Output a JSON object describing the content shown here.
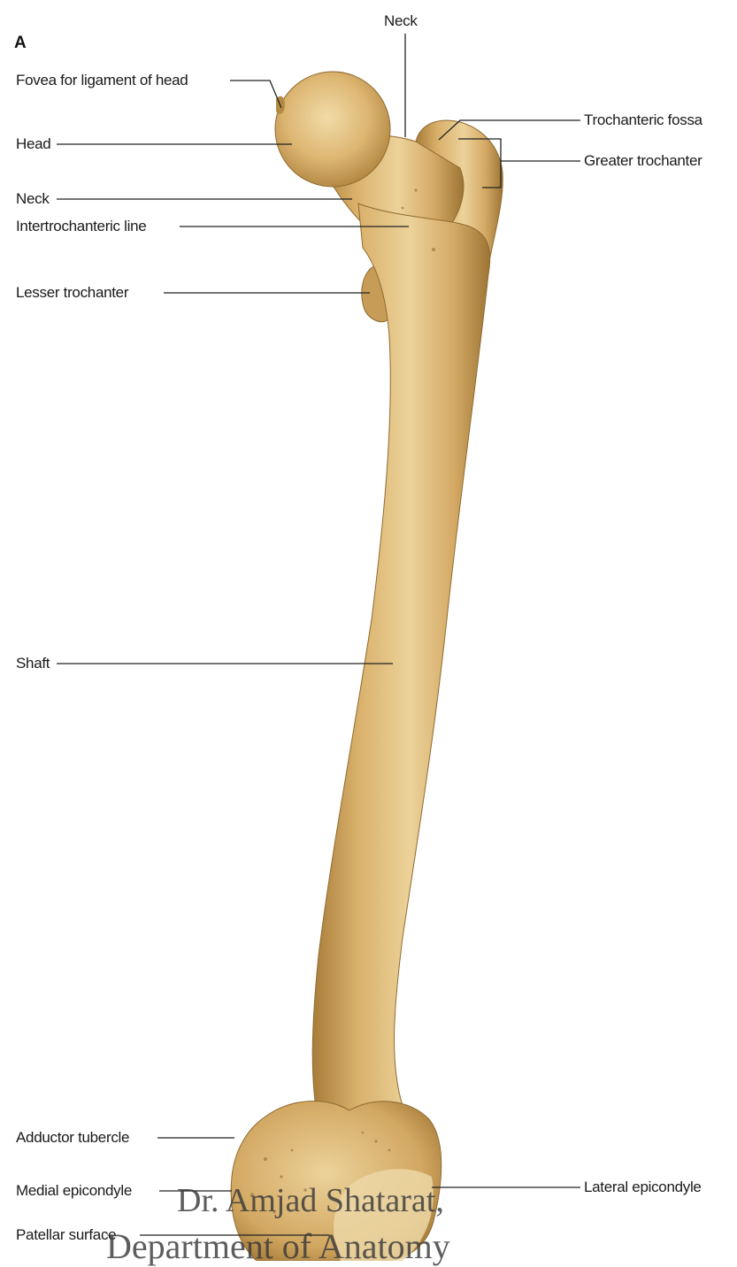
{
  "figure": {
    "panel_letter": "A",
    "colors": {
      "bone_light": "#e8c98a",
      "bone_mid": "#cfa35c",
      "bone_dark": "#9c7434",
      "leader": "#222222",
      "background": "#ffffff"
    },
    "labels": {
      "neck_top": "Neck",
      "fovea": "Fovea for ligament of head",
      "head": "Head",
      "neck_left": "Neck",
      "intertrochanteric_line": "Intertrochanteric line",
      "lesser_trochanter": "Lesser trochanter",
      "trochanteric_fossa": "Trochanteric fossa",
      "greater_trochanter": "Greater trochanter",
      "shaft": "Shaft",
      "adductor_tubercle": "Adductor tubercle",
      "medial_epicondyle": "Medial epicondyle",
      "patellar_surface": "Patellar surface",
      "lateral_epicondyle": "Lateral epicondyle"
    },
    "watermark": {
      "line1": "Dr. Amjad Shatarat,",
      "line2": "Department of Anatomy"
    }
  }
}
